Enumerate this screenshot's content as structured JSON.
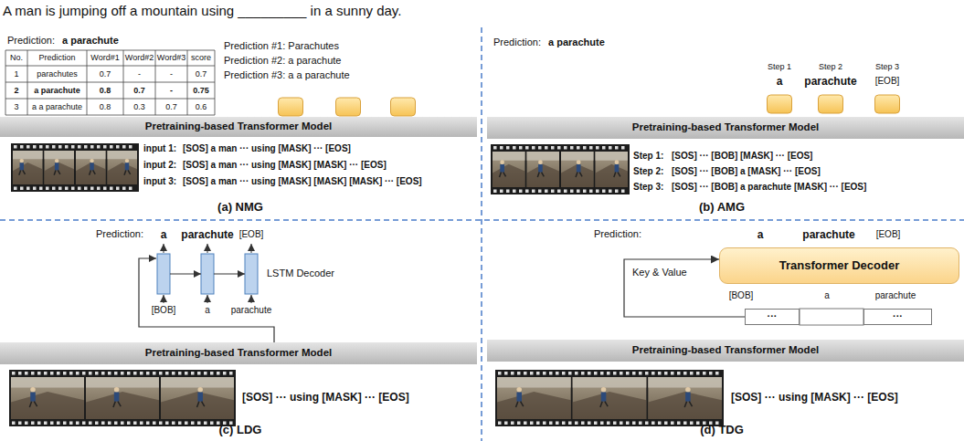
{
  "diagram": {
    "title": "A man is jumping off a mountain using _________ in a sunny day.",
    "nodes": [
      {
        "text": [
          "Pretraining-based Transformer Model"
        ]
      },
      {
        "text": [
          "Pretraining-based Transformer Model"
        ]
      },
      {
        "text": [
          "Pretraining-based Transformer Model"
        ]
      },
      {
        "text": [
          "Transformer Decoder"
        ]
      },
      {
        "text": [
          "···"
        ]
      },
      {
        "text": [
          "···"
        ]
      },
      {
        "text": [
          "Pretraining-based Transformer Model"
        ]
      }
    ],
    "edges": [
      {
        "from": 4,
        "to": 3,
        "label": "Key & Value",
        "arrow": "to"
      }
    ],
    "labels": [
      "Prediction:",
      "a parachute",
      "No.",
      "Prediction",
      "Word#1",
      "Word#2",
      "Word#3",
      "score",
      "1",
      "parachutes",
      "0.7",
      "-",
      "-",
      "0.7",
      "2",
      "a parachute",
      "0.8",
      "0.7",
      "-",
      "0.75",
      "3",
      "a a parachute",
      "0.8",
      "0.3",
      "0.7",
      "0.6",
      "Prediction #1: Parachutes",
      "Prediction #2: a parachute",
      "Prediction #3: a a parachute",
      "input 1:",
      "[SOS] a man ··· using [MASK] ··· [EOS]",
      "input 2:",
      "[SOS] a man ··· using [MASK] [MASK] ··· [EOS]",
      "input 3:",
      "[SOS] a man ··· using [MASK] [MASK] [MASK] ··· [EOS]",
      "(a) NMG",
      "Prediction:",
      "a parachute",
      "Step 1",
      "a",
      "Step 2",
      "parachute",
      "Step 3",
      "[EOB]",
      "Step 1:",
      "[SOS] ··· [BOB] [MASK] ··· [EOS]",
      "Step 2:",
      "[SOS] ··· [BOB] a [MASK] ··· [EOS]",
      "Step 3:",
      "[SOS] ··· [BOB] a parachute [MASK] ··· [EOS]",
      "(b) AMG",
      "Prediction:",
      "a",
      "parachute",
      "[EOB]",
      "LSTM Decoder",
      "[BOB]",
      "a",
      "parachute",
      "[SOS] ··· using [MASK] ··· [EOS]",
      "(c) LDG",
      "Prediction:",
      "a",
      "parachute",
      "[EOB]",
      "[BOB]",
      "a",
      "parachute",
      "[SOS] ··· using [MASK] ··· [EOS]",
      "(d) TDG"
    ]
  }
}
